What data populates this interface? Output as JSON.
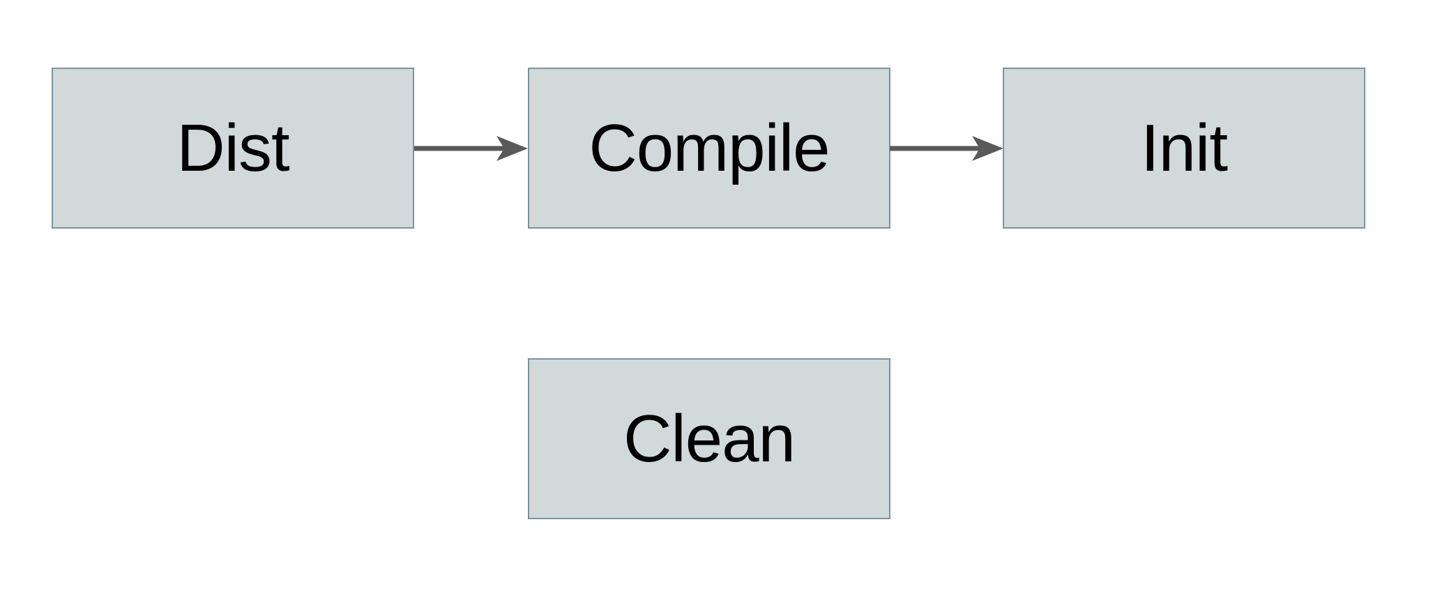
{
  "diagram": {
    "nodes": [
      {
        "id": "dist",
        "label": "Dist"
      },
      {
        "id": "compile",
        "label": "Compile"
      },
      {
        "id": "init",
        "label": "Init"
      },
      {
        "id": "clean",
        "label": "Clean"
      }
    ],
    "edges": [
      {
        "from": "dist",
        "to": "compile"
      },
      {
        "from": "compile",
        "to": "init"
      }
    ],
    "colors": {
      "background": "#ffffff",
      "node_fill": "#d1d9db",
      "node_border": "#7a949e",
      "arrow": "#595959",
      "text": "#000000"
    }
  }
}
